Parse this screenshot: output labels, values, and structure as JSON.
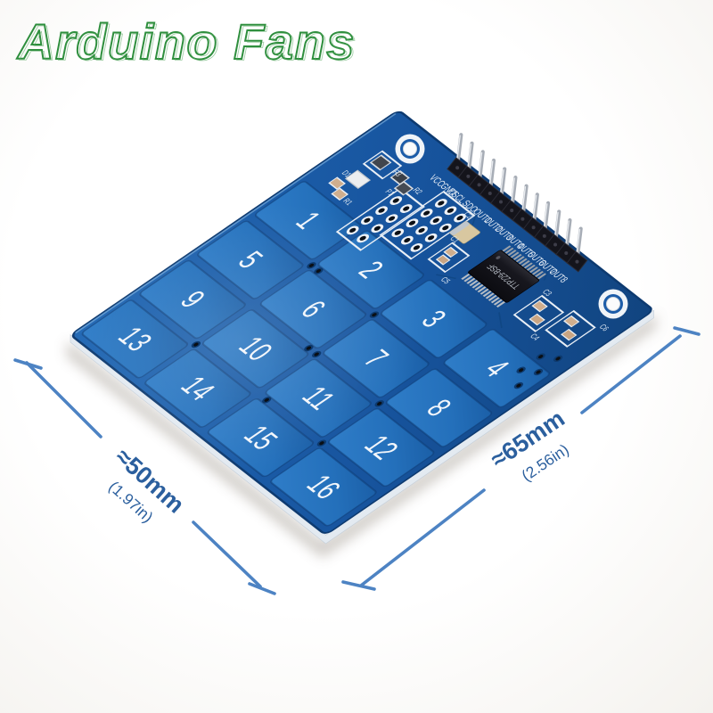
{
  "watermark": {
    "text": "Arduino Fans",
    "color": "#2f8f3e"
  },
  "module": {
    "keys": [
      "1",
      "2",
      "3",
      "4",
      "5",
      "6",
      "7",
      "8",
      "9",
      "10",
      "11",
      "12",
      "13",
      "14",
      "15",
      "16"
    ],
    "pin_labels": [
      "VCC",
      "GND",
      "SCL",
      "SDO",
      "OUT1",
      "OUT2",
      "OUT3",
      "OUT4",
      "OUT5",
      "OUT6",
      "OUT7",
      "OUT8"
    ],
    "chip_marking": "TTP229-BSF",
    "ref_labels": [
      "R3",
      "R2",
      "D1",
      "R1",
      "P1",
      "P2",
      "C2",
      "C1",
      "C5",
      "C3",
      "C4",
      "C6"
    ],
    "colors": {
      "board": "#1a5da9",
      "board_dark": "#12478c",
      "pad": "#2673bd",
      "pad_dark": "#1b61a9",
      "silkscreen": "#e9eff6",
      "key_digit": "#f2f6fb",
      "chip_body": "#15151c",
      "pin_metal": "#aab0b9",
      "smd_tan": "#cfae8e"
    }
  },
  "dimensions": {
    "height": {
      "label": "≈50mm",
      "sub_label": "(1.97in)"
    },
    "width": {
      "label": "≈65mm",
      "sub_label": "(2.56in)"
    },
    "line_color": "#4d83c3",
    "text_color": "#2b5f9e"
  }
}
